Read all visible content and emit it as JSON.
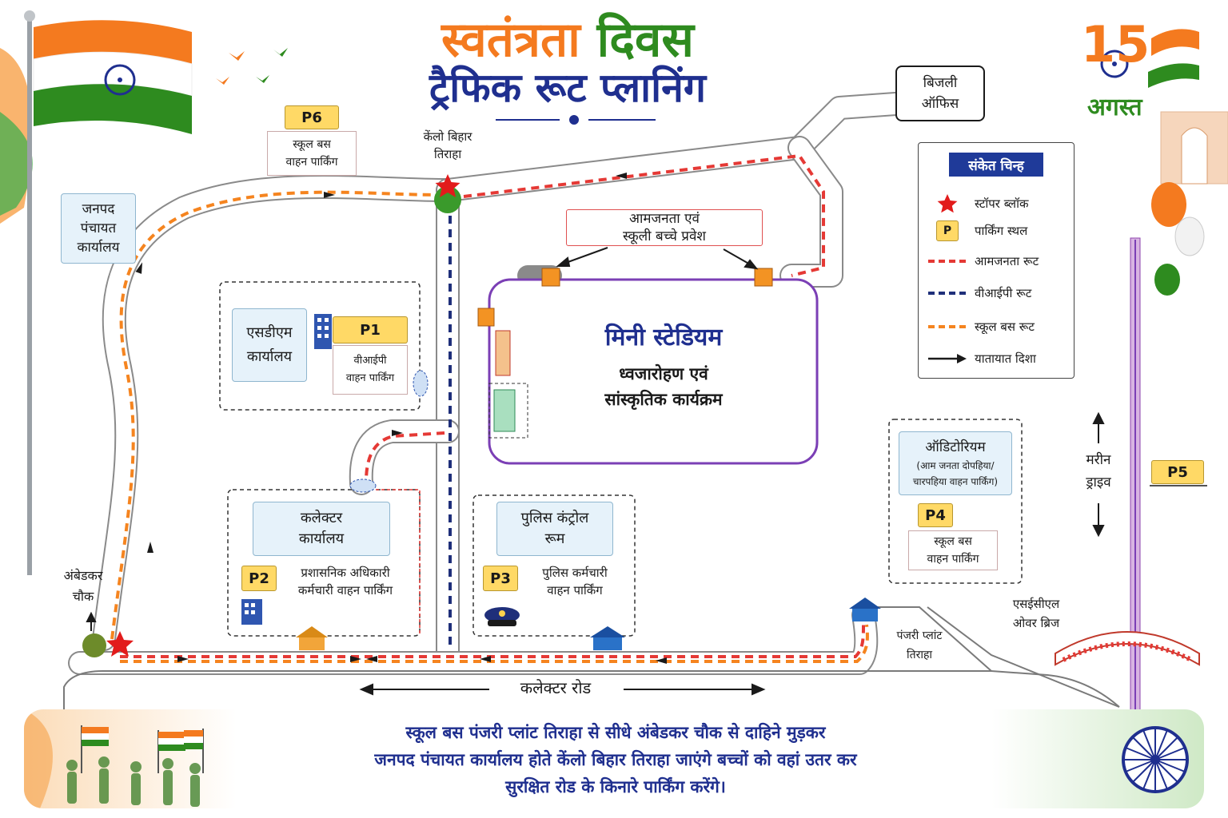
{
  "title": {
    "line1_part1": "स्वतंत्रता",
    "line1_part2": "दिवस",
    "line2": "ट्रैफिक रूट प्लानिंग"
  },
  "badge": {
    "number": "15",
    "month": "अगस्त"
  },
  "places": {
    "p6_tag": "P6",
    "p6_line1": "स्कूल बस",
    "p6_line2": "वाहन पार्किंग",
    "kenlo_line1": "केंलो बिहार",
    "kenlo_line2": "तिराहा",
    "bijli_line1": "बिजली",
    "bijli_line2": "ऑफिस",
    "janpad_line1": "जनपद",
    "janpad_line2": "पंचायत",
    "janpad_line3": "कार्यालय",
    "entry_line1": "आमजनता एवं",
    "entry_line2": "स्कूली बच्चे प्रवेश",
    "sdm_line1": "एसडीएम",
    "sdm_line2": "कार्यालय",
    "p1_tag": "P1",
    "p1_line1": "वीआईपी",
    "p1_line2": "वाहन पार्किंग",
    "stadium_title": "मिनी स्टेडियम",
    "stadium_line1": "ध्वजारोहण एवं",
    "stadium_line2": "सांस्कृतिक कार्यक्रम",
    "collector_line1": "कलेक्टर",
    "collector_line2": "कार्यालय",
    "p2_tag": "P2",
    "p2_line1": "प्रशासनिक अधिकारी",
    "p2_line2": "कर्मचारी वाहन पार्किंग",
    "police_line1": "पुलिस कंट्रोल",
    "police_line2": "रूम",
    "p3_tag": "P3",
    "p3_line1": "पुलिस कर्मचारी",
    "p3_line2": "वाहन पार्किंग",
    "auditorium_title": "ऑडिटोरियम",
    "auditorium_line1": "(आम जनता दोपहिया/",
    "auditorium_line2": "चारपहिया वाहन पार्किंग)",
    "p4_tag": "P4",
    "p4_line1": "स्कूल बस",
    "p4_line2": "वाहन पार्किंग",
    "p5_tag": "P5",
    "marine_line1": "मरीन",
    "marine_line2": "ड्राइव",
    "ambedkar_line1": "अंबेडकर",
    "ambedkar_line2": "चौक",
    "panjri_line1": "पंजरी प्लांट",
    "panjri_line2": "तिराहा",
    "secl_line1": "एसईसीएल",
    "secl_line2": "ओवर ब्रिज",
    "collector_road": "कलेक्टर रोड"
  },
  "legend": {
    "title": "संकेत चिन्ह",
    "p_symbol": "P",
    "items": [
      "स्टॉपर ब्लॉक",
      "पार्किंग स्थल",
      "आमजनता रूट",
      "वीआईपी रूट",
      "स्कूल बस रूट",
      "यातायात दिशा"
    ]
  },
  "footer": {
    "line1": "स्कूल बस पंजरी प्लांट तिराहा से सीधे अंबेडकर चौक से दाहिने मुड़कर",
    "line2": "जनपद पंचायत कार्यालय होते केंलो बिहार तिराहा जाएंगे बच्चों को वहां उतर कर",
    "line3": "सुरक्षित रोड के किनारे पार्किंग करेंगे।"
  },
  "colors": {
    "public_route": "#e53935",
    "vip_route": "#1f2f7a",
    "school_route": "#f5841f",
    "saffron": "#f47a1f",
    "green": "#2e8b1f",
    "navy": "#1f2f8f",
    "stadium_border": "#7b3fb5",
    "parking_yellow": "#ffd966"
  }
}
